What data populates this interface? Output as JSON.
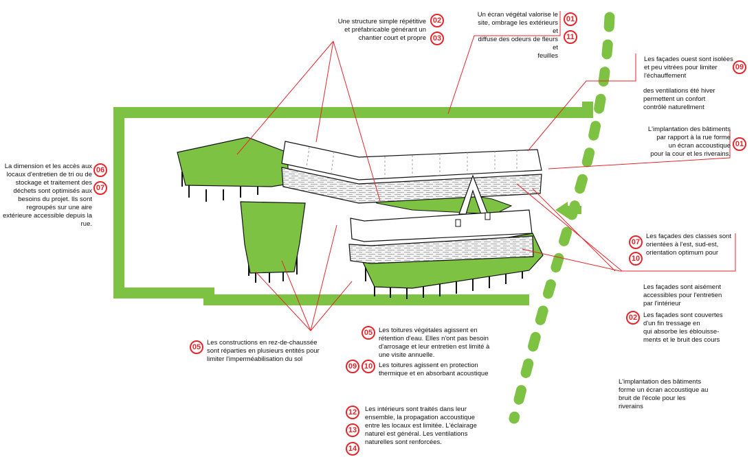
{
  "colors": {
    "accent_green": "#7dc242",
    "leader_red": "#e4262c",
    "outline": "#111111"
  },
  "annotations": {
    "structure": {
      "text": "Une structure simple répétitive\net préfabricable générant un\nchantier court et propre",
      "badges": [
        "02",
        "03"
      ]
    },
    "ecran_vegetal": {
      "text": "Un écran végétal valorise le\nsite, ombrage les extérieurs et\ndiffuse des odeurs de fleurs et\nfeuilles",
      "badges": [
        "01",
        "11"
      ]
    },
    "facades_ouest": {
      "text": "Les façades ouest sont isolées\net peu vitrées pour limiter\nl'échauffement",
      "badges": [
        "09"
      ]
    },
    "ventilations": {
      "text": "des ventilations été hiver\npermettent un confort\ncontrôlé naturellment"
    },
    "implantation_rue": {
      "text": "L'implantation des bâtiments\npar rapport à la rue forme\nun écran accoustique\npour la cour et les riverains.",
      "badges": [
        "01"
      ]
    },
    "locaux_entretien": {
      "text": "La dimension et les accès aux\nlocaux d'entretien de tri ou de\nstockage et traitement des\ndéchets sont optimisés aux\nbesoins du projet. Ils sont\nregroupés sur une aire\nextérieure accessible depuis  la\nrue.",
      "badges": [
        "06",
        "07"
      ]
    },
    "facades_classes": {
      "text": "Les façades des classes sont\norientées à l'est, sud-est,\norientation optimum pour",
      "badges": [
        "07",
        "10"
      ]
    },
    "facades_accessibles": {
      "text": "Les façades sont aisément\naccessibles pour l'entretien\npar l'intérieur"
    },
    "facades_tressage": {
      "text": "Les façades sont couvertes\nd'un fin tressage en\nqui absorbe les éblouisse-\nments et le bruit des cours",
      "badges": [
        "02"
      ]
    },
    "rez_de_chaussee": {
      "text": "Les constructions en rez-de-chaussée\nsont réparties en plusieurs entités pour\nlimiter l'imperméabilisation du sol",
      "badges": [
        "05"
      ]
    },
    "toitures_vegetales": {
      "text": "Les toitures végétales agissent en\nrétention d'eau.  Elles n'ont pas besoin\nd'arrosage et leur entretien est limité à\nune visite annuelle.",
      "badges": [
        "05"
      ]
    },
    "toitures_protection": {
      "text": "Les toitures agissent en protection\nthermique et en absorbant acoustique",
      "badges": [
        "09",
        "10"
      ]
    },
    "implantation_ecole": {
      "text": "L'implantation des bâtiments\nforme un écran accoustique au\nbruit de l'école pour les\nriverains"
    },
    "interieurs": {
      "text": "Les intérieurs sont traités dans leur\nensemble, la propagation accoustique\nentre les locaux est limitée. L'éclairage\nnaturel est général. Les ventilations\nnaturelles sont renforcées.",
      "badges": [
        "12",
        "13",
        "14"
      ]
    }
  }
}
